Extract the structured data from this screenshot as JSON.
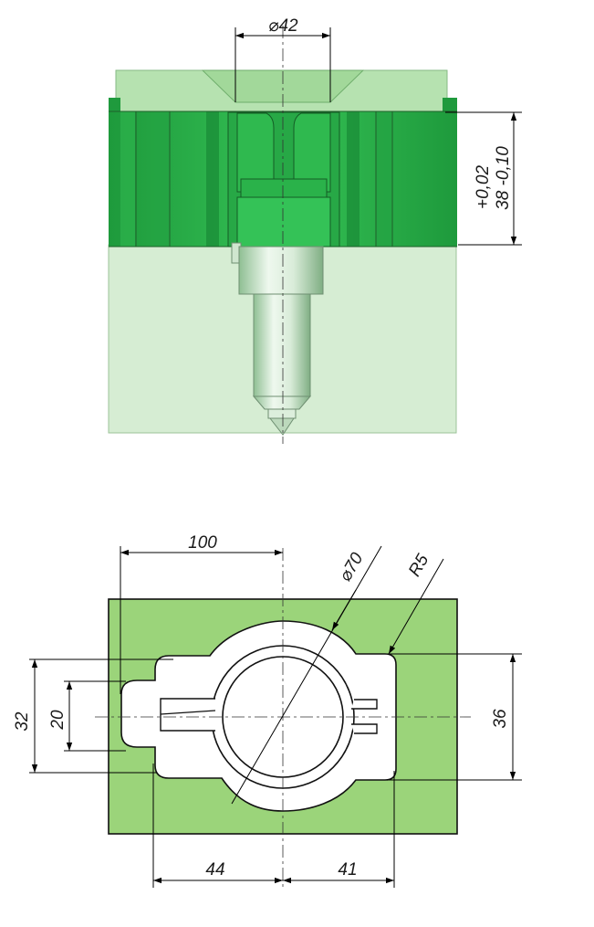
{
  "colors": {
    "light_green": "#d4ecd0",
    "mid_green": "#a9dca0",
    "insert_green": "#2db24a",
    "insert_dark": "#1d8f36",
    "plate_green": "#9bd47a",
    "nozzle_gray": "#dfeee0"
  },
  "top_view": {
    "diameter_label": "42",
    "diameter_symbol": "⌀",
    "tolerance_upper": "+0,02",
    "tolerance_lower": "38 -0,10"
  },
  "bottom_view": {
    "width_label": "100",
    "diameter_label": "70",
    "diameter_symbol": "⌀",
    "radius_label": "R5",
    "height_left_outer": "32",
    "height_left_inner": "20",
    "height_right": "36",
    "width_left": "44",
    "width_right": "41"
  }
}
